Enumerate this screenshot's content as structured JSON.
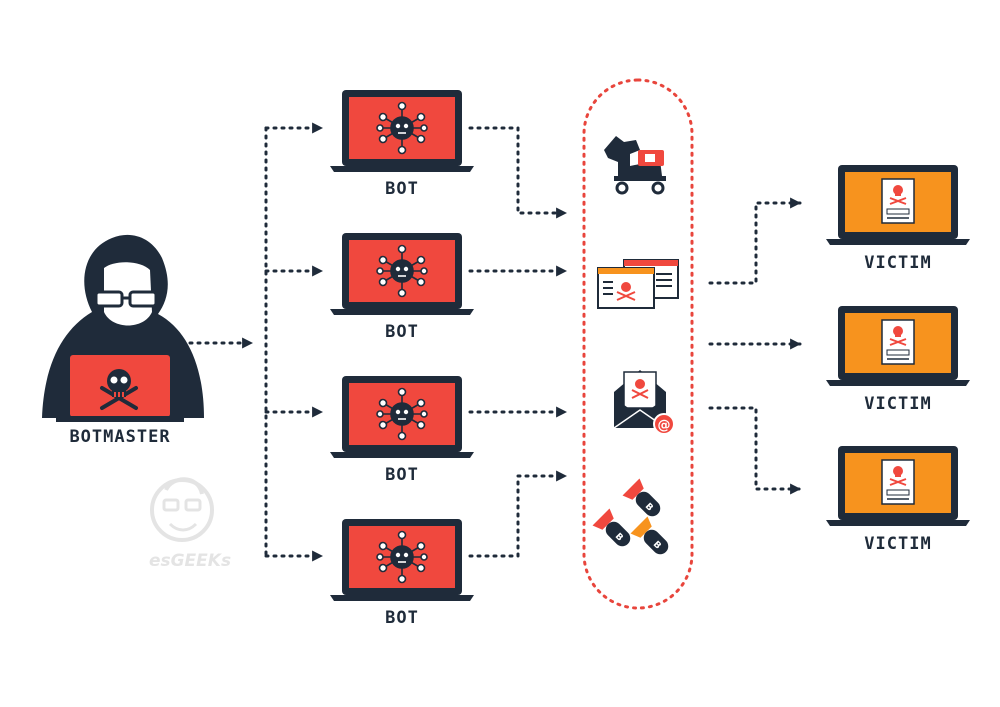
{
  "botmaster": {
    "label": "BOTMASTER"
  },
  "bots": [
    {
      "label": "BOT"
    },
    {
      "label": "BOT"
    },
    {
      "label": "BOT"
    },
    {
      "label": "BOT"
    }
  ],
  "attacks": [
    {
      "icon": "trojan-horse-icon"
    },
    {
      "icon": "phishing-web-pages-icon"
    },
    {
      "icon": "spam-email-icon"
    },
    {
      "icon": "bombs-icon"
    }
  ],
  "victims": [
    {
      "label": "VICTIM"
    },
    {
      "label": "VICTIM"
    },
    {
      "label": "VICTIM"
    }
  ],
  "watermark": {
    "text": "esGEEKs"
  },
  "colors": {
    "navy": "#1f2b3a",
    "red": "#f0483e",
    "orange": "#f7931e",
    "dotted_oval": "#e8453c",
    "watermark": "#d8d8d8"
  }
}
